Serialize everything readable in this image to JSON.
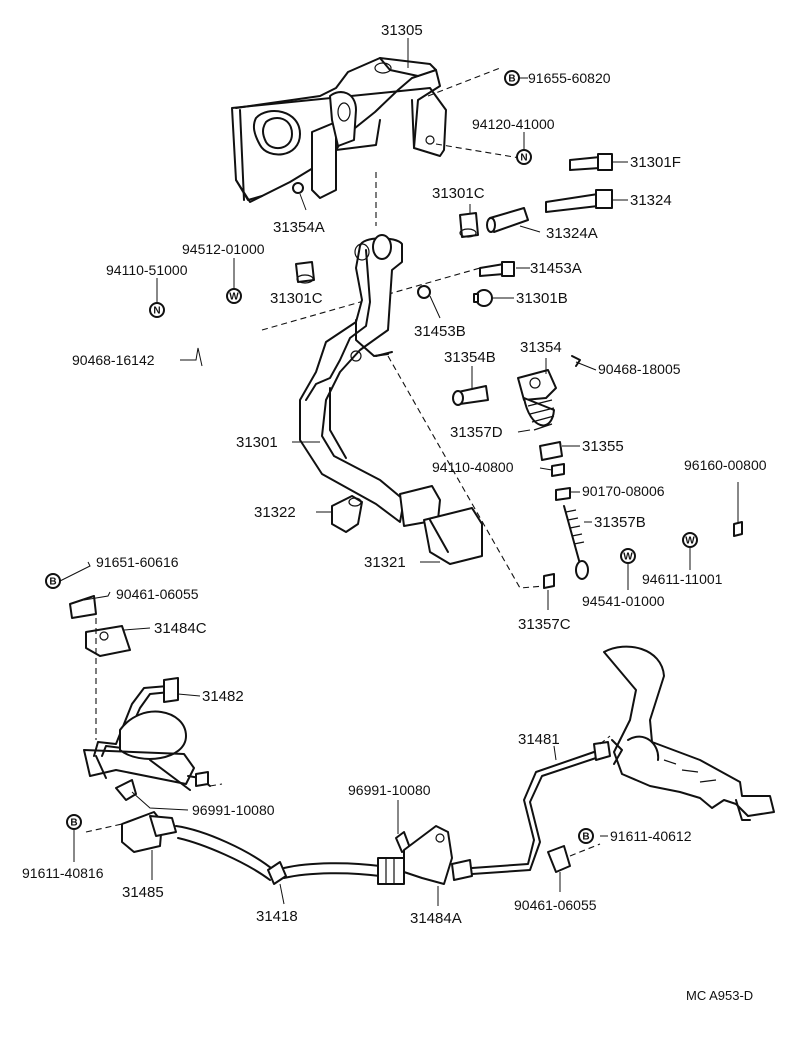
{
  "diagram": {
    "reference": "MC A953-D",
    "symbols": {
      "bolt": "B",
      "nut": "N",
      "washer": "W"
    },
    "parts": {
      "p31305": "31305",
      "p91655": "91655-60820",
      "p94120": "94120-41000",
      "p31301F": "31301F",
      "p31301C_a": "31301C",
      "p31324": "31324",
      "p31324A": "31324A",
      "p31354A": "31354A",
      "p94512": "94512-01000",
      "p94110_51": "94110-51000",
      "p31301C_b": "31301C",
      "p31453A": "31453A",
      "p31301B": "31301B",
      "p31453B": "31453B",
      "p90468_16": "90468-16142",
      "p31354": "31354",
      "p31354B": "31354B",
      "p90468_18": "90468-18005",
      "p31357D": "31357D",
      "p31355": "31355",
      "p31301": "31301",
      "p94110_40": "94110-40800",
      "p96160": "96160-00800",
      "p90170": "90170-08006",
      "p31322": "31322",
      "p31357B": "31357B",
      "p31321": "31321",
      "p94611": "94611-11001",
      "p94541": "94541-01000",
      "p31357C": "31357C",
      "p91651": "91651-60616",
      "p90461_a": "90461-06055",
      "p31484C": "31484C",
      "p31482": "31482",
      "p31481": "31481",
      "p96991_a": "96991-10080",
      "p96991_b": "96991-10080",
      "p91611_a": "91611-40612",
      "p91611_b": "91611-40816",
      "p31485": "31485",
      "p31418": "31418",
      "p31484A": "31484A",
      "p90461_b": "90461-06055"
    }
  }
}
